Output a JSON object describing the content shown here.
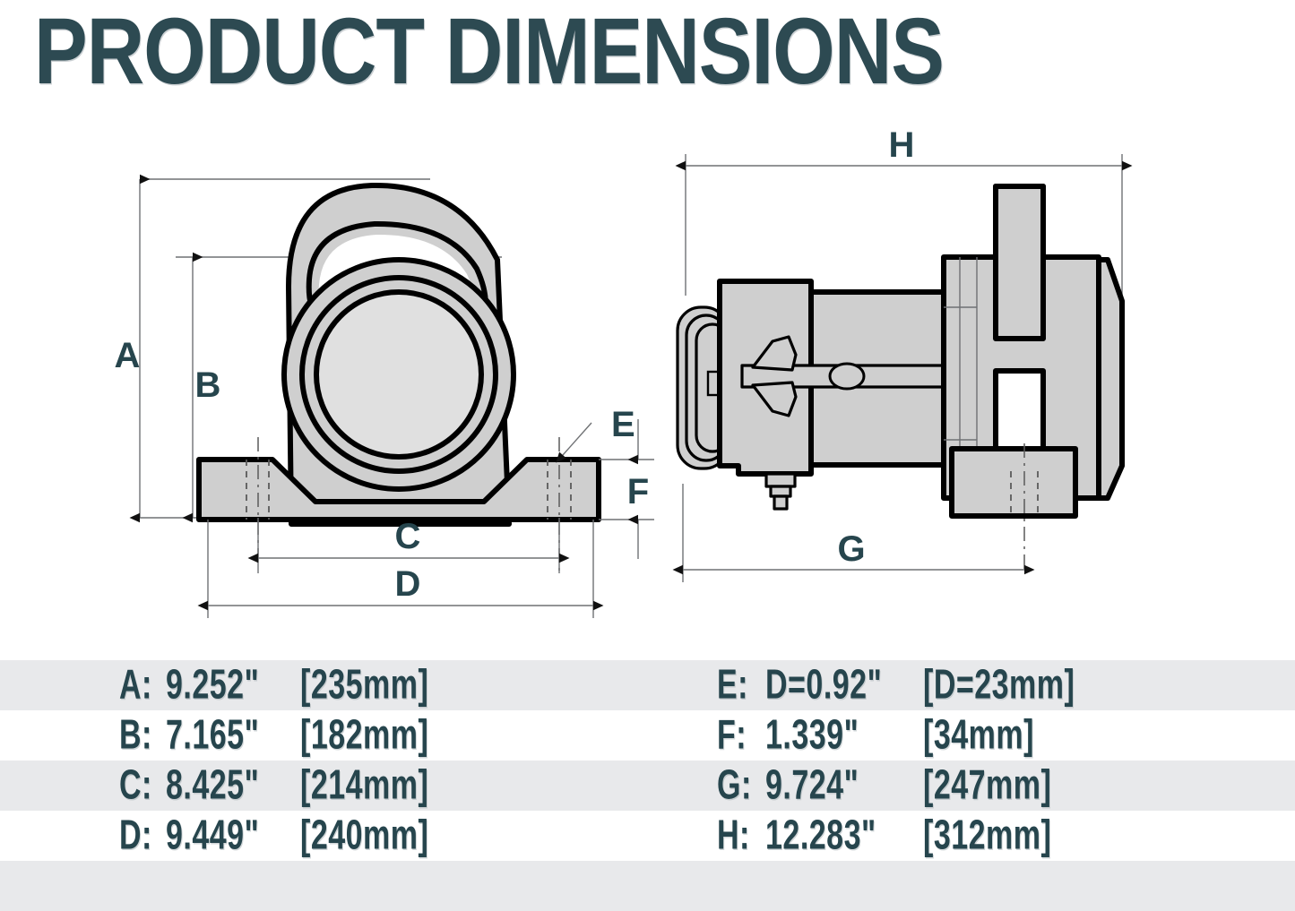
{
  "page": {
    "title": "PRODUCT DIMENSIONS",
    "title_color": "#2d4a52",
    "background": "#ffffff"
  },
  "drawing": {
    "views": [
      {
        "name": "front-view",
        "description": "Winch front elevation with carry handle, drum housing and mounting feet"
      },
      {
        "name": "side-view",
        "description": "Winch side elevation with motor, shaft and gearbox mounting block"
      }
    ],
    "labels": {
      "a": "A",
      "b": "B",
      "c": "C",
      "d": "D",
      "e": "E",
      "f": "F",
      "g": "G",
      "h": "H"
    },
    "fill_color": "#cfcfcf",
    "line_color": "#000000",
    "dimension_line_color": "#6f7174",
    "label_color": "#26454d"
  },
  "table": {
    "stripe_color": "#e8e9eb",
    "text_color": "#26454d",
    "rows": [
      {
        "stripe": "gray",
        "left": {
          "label": "A:",
          "inch": "9.252\"",
          "mm": "[235mm]"
        },
        "right": {
          "label": "E:",
          "inch": "D=0.92\"",
          "mm": "[D=23mm]"
        }
      },
      {
        "stripe": "white",
        "left": {
          "label": "B:",
          "inch": "7.165\"",
          "mm": "[182mm]"
        },
        "right": {
          "label": "F:",
          "inch": "1.339\"",
          "mm": "[34mm]"
        }
      },
      {
        "stripe": "gray",
        "left": {
          "label": "C:",
          "inch": "8.425\"",
          "mm": "[214mm]"
        },
        "right": {
          "label": "G:",
          "inch": "9.724\"",
          "mm": "[247mm]"
        }
      },
      {
        "stripe": "white",
        "left": {
          "label": "D:",
          "inch": "9.449\"",
          "mm": "[240mm]"
        },
        "right": {
          "label": "H:",
          "inch": "12.283\"",
          "mm": "[312mm]"
        }
      },
      {
        "stripe": "gray",
        "left": {
          "label": "",
          "inch": "",
          "mm": ""
        },
        "right": {
          "label": "",
          "inch": "",
          "mm": ""
        }
      }
    ]
  }
}
